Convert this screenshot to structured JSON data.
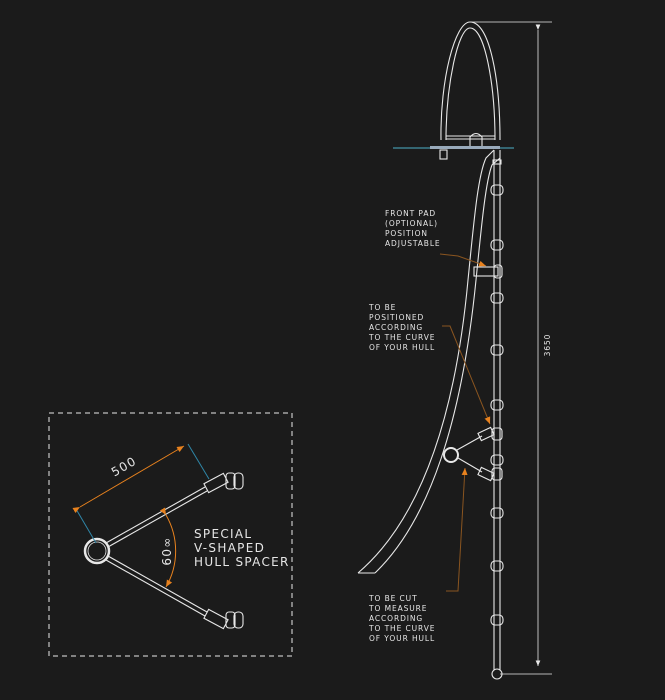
{
  "labels": {
    "front_pad": [
      "FRONT PAD",
      "(OPTIONAL)",
      "POSITION",
      "ADJUSTABLE"
    ],
    "positioned": [
      "TO BE",
      "POSITIONED",
      "ACCORDING",
      "TO THE CURVE",
      "OF YOUR HULL"
    ],
    "cut": [
      "TO BE CUT",
      "TO MEASURE",
      "ACCORDING",
      "TO THE CURVE",
      "OF YOUR HULL"
    ],
    "spacer": [
      "SPECIAL",
      "V-SHAPED",
      "HULL SPACER"
    ]
  },
  "dimensions": {
    "height": "3650",
    "arm_length": "500",
    "angle": "60∞"
  },
  "colors": {
    "background": "#1b1b1b",
    "line": "#e8e8e8",
    "dimension": "#e8821e",
    "deck": "#3d7f8f"
  }
}
